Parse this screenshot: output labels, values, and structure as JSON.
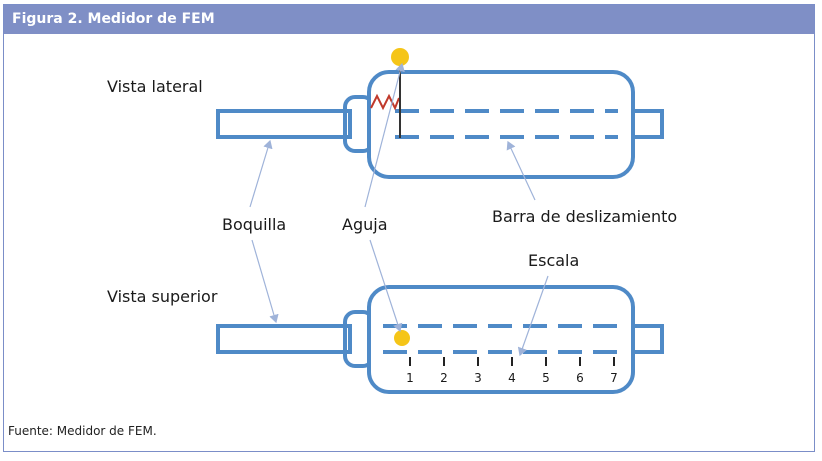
{
  "figure": {
    "title": "Figura 2. Medidor de FEM",
    "source": "Fuente: Medidor de FEM."
  },
  "labels": {
    "vista_lateral": "Vista lateral",
    "vista_superior": "Vista superior",
    "boquilla": "Boquilla",
    "aguja": "Aguja",
    "barra": "Barra de deslizamiento",
    "escala": "Escala"
  },
  "scale": [
    "1",
    "2",
    "3",
    "4",
    "5",
    "6",
    "7"
  ],
  "colors": {
    "header": "#7f8fc6",
    "device_stroke": "#4f8ac7",
    "needle_dot": "#f5c518",
    "arrow": "#9fb3d9"
  }
}
